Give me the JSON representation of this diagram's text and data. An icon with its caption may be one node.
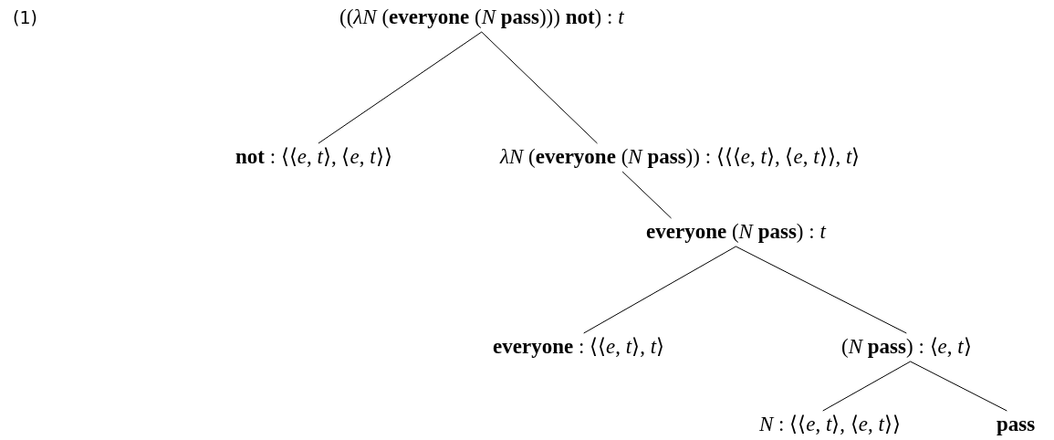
{
  "diagram": {
    "nodes": [
      {
        "text": [
          "((*λN* (**everyone** (*N* **pass**))) **not**) : *t*"
        ]
      },
      {
        "text": [
          "**not** : ⟨⟨*e*, *t*⟩, ⟨*e*, *t*⟩⟩"
        ]
      },
      {
        "text": [
          "*λN* (**everyone** (*N* **pass**)) : ⟨⟨⟨*e*, *t*⟩, ⟨*e*, *t*⟩⟩, *t*⟩"
        ]
      },
      {
        "text": [
          "**everyone** (*N* **pass**) : *t*"
        ]
      },
      {
        "text": [
          "**everyone** : ⟨⟨*e*, *t*⟩, *t*⟩"
        ]
      },
      {
        "text": [
          "(*N* **pass**) : ⟨*e*, *t*⟩"
        ]
      },
      {
        "text": [
          "*N* : ⟨⟨*e*, *t*⟩, ⟨*e*, *t*⟩⟩"
        ]
      },
      {
        "text": [
          "pass"
        ]
      }
    ],
    "edges": [
      {
        "from": 0,
        "to": 1,
        "arrow": "none"
      },
      {
        "from": 0,
        "to": 2,
        "arrow": "none"
      },
      {
        "from": 2,
        "to": 3,
        "arrow": "none"
      },
      {
        "from": 3,
        "to": 4,
        "arrow": "none"
      },
      {
        "from": 3,
        "to": 5,
        "arrow": "none"
      },
      {
        "from": 5,
        "to": 6,
        "arrow": "none"
      },
      {
        "from": 5,
        "to": 7,
        "arrow": "none"
      }
    ],
    "labels": [
      "(1)"
    ]
  }
}
